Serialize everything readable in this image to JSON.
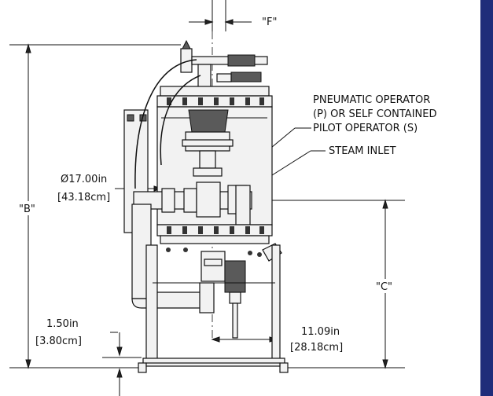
{
  "labels": {
    "f": "\"F\"",
    "b": "\"B\"",
    "c": "\"C\"",
    "diameter_in": "Ø17.00in",
    "diameter_cm": "[43.18cm]",
    "operator_line1": "PNEUMATIC OPERATOR",
    "operator_line2": "(P) OR SELF CONTAINED",
    "operator_line3": "PILOT OPERATOR (S)",
    "steam_inlet": "STEAM INLET",
    "height_in": "1.50in",
    "height_cm": "[3.80cm]",
    "offset_in": "11.09in",
    "offset_cm": "[28.18cm]"
  },
  "colors": {
    "line": "#111111",
    "frame_bar": "#1f2d7a"
  }
}
